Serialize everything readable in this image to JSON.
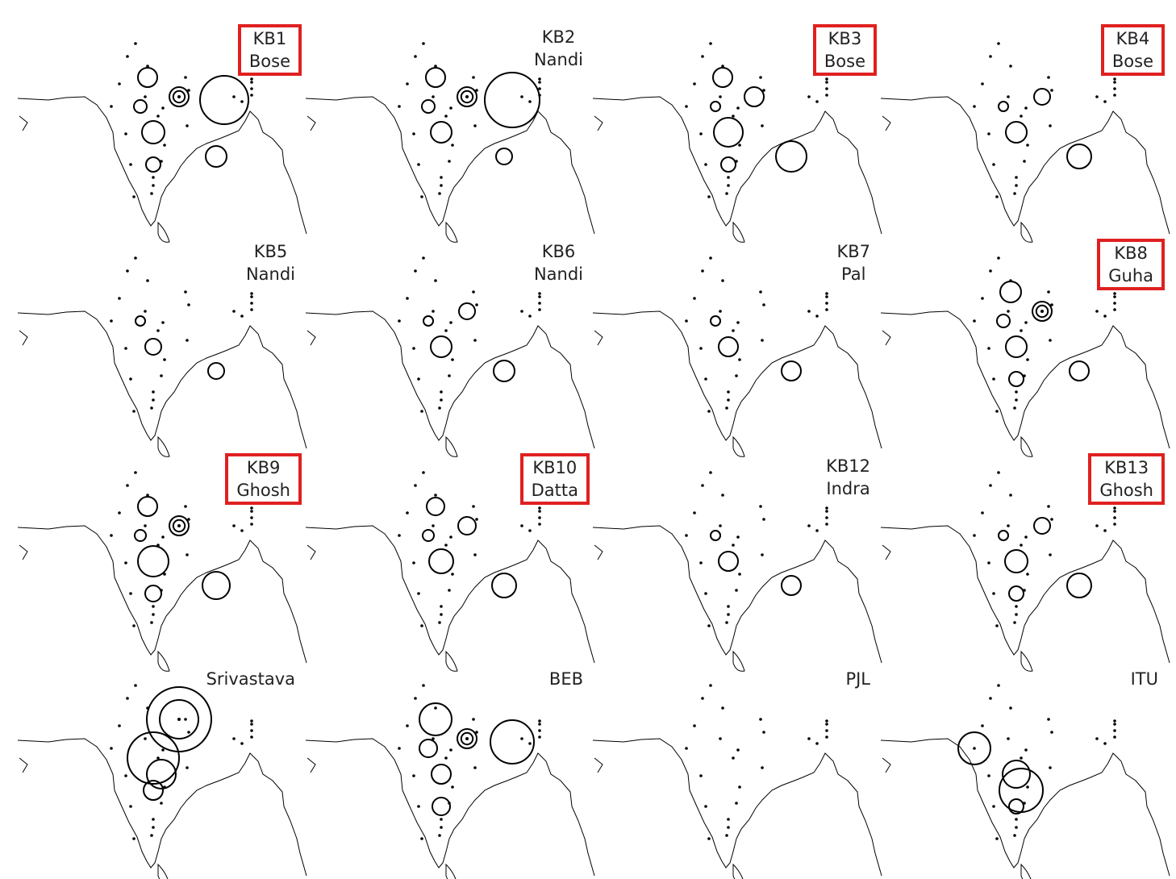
{
  "colors": {
    "highlight_box": "#e02020",
    "ink": "#000000",
    "text": "#222222"
  },
  "panels": [
    {
      "id": "KB1",
      "line1": "KB1",
      "line2": "Bose",
      "highlighted": true
    },
    {
      "id": "KB2",
      "line1": "KB2",
      "line2": "Nandi",
      "highlighted": false
    },
    {
      "id": "KB3",
      "line1": "KB3",
      "line2": "Bose",
      "highlighted": true
    },
    {
      "id": "KB4",
      "line1": "KB4",
      "line2": "Bose",
      "highlighted": true
    },
    {
      "id": "KB5",
      "line1": "KB5",
      "line2": "Nandi",
      "highlighted": false
    },
    {
      "id": "KB6",
      "line1": "KB6",
      "line2": "Nandi",
      "highlighted": false
    },
    {
      "id": "KB7",
      "line1": "KB7",
      "line2": "Pal",
      "highlighted": false
    },
    {
      "id": "KB8",
      "line1": "KB8",
      "line2": "Guha",
      "highlighted": true
    },
    {
      "id": "KB9",
      "line1": "KB9",
      "line2": "Ghosh",
      "highlighted": true
    },
    {
      "id": "KB10",
      "line1": "KB10",
      "line2": "Datta",
      "highlighted": true
    },
    {
      "id": "KB12",
      "line1": "KB12",
      "line2": "Indra",
      "highlighted": false
    },
    {
      "id": "KB13",
      "line1": "KB13",
      "line2": "Ghosh",
      "highlighted": true
    },
    {
      "id": "Srivastava",
      "line1": "Srivastava",
      "line2": "",
      "highlighted": false
    },
    {
      "id": "BEB",
      "line1": "BEB",
      "line2": "",
      "highlighted": false
    },
    {
      "id": "PJL",
      "line1": "PJL",
      "line2": "",
      "highlighted": false
    },
    {
      "id": "ITU",
      "line1": "ITU",
      "line2": "",
      "highlighted": false
    }
  ]
}
